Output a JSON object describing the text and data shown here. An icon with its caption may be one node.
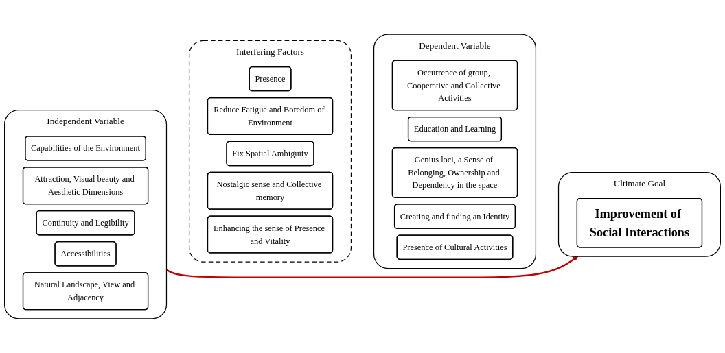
{
  "diagram": {
    "nodes": [
      {
        "text": [
          "Independent Variable"
        ]
      },
      {
        "text": [
          "Capabilities of the Environment"
        ],
        "in": 0
      },
      {
        "text": [
          "Attraction, Visual beauty and Aesthetic Dimensions"
        ],
        "in": 0
      },
      {
        "text": [
          "Continuity and Legibility"
        ],
        "in": 0
      },
      {
        "text": [
          "Accessibilities"
        ],
        "in": 0
      },
      {
        "text": [
          "Natural Landscape, View and Adjacency"
        ],
        "in": 0
      },
      {
        "text": [
          "Interfering Factors"
        ]
      },
      {
        "text": [
          "Presence"
        ],
        "in": 6
      },
      {
        "text": [
          "Reduce Fatigue and Boredom of Environment"
        ],
        "in": 6
      },
      {
        "text": [
          "Fix Spatial Ambiguity"
        ],
        "in": 6
      },
      {
        "text": [
          "Nostalgic sense and Collective memory"
        ],
        "in": 6
      },
      {
        "text": [
          "Enhancing the sense of Presence and Vitality"
        ],
        "in": 6
      },
      {
        "text": [
          "Dependent Variable"
        ]
      },
      {
        "text": [
          "Occurrence of group, Cooperative and Collective Activities"
        ],
        "in": 12
      },
      {
        "text": [
          "Education and Learning"
        ],
        "in": 12
      },
      {
        "text": [
          "Genius loci, a Sense of Belonging, Ownership and Dependency in the space"
        ],
        "in": 12
      },
      {
        "text": [
          "Creating and finding an Identity"
        ],
        "in": 12
      },
      {
        "text": [
          "Presence of Cultural Activities"
        ],
        "in": 12
      },
      {
        "text": [
          "Ultimate Goal"
        ]
      },
      {
        "text": [
          "Improvement of Social Interactions"
        ],
        "in": 18
      }
    ],
    "edges": [
      {
        "from": 0,
        "to": 18,
        "arrow": "to",
        "color": "#c00000"
      }
    ]
  }
}
